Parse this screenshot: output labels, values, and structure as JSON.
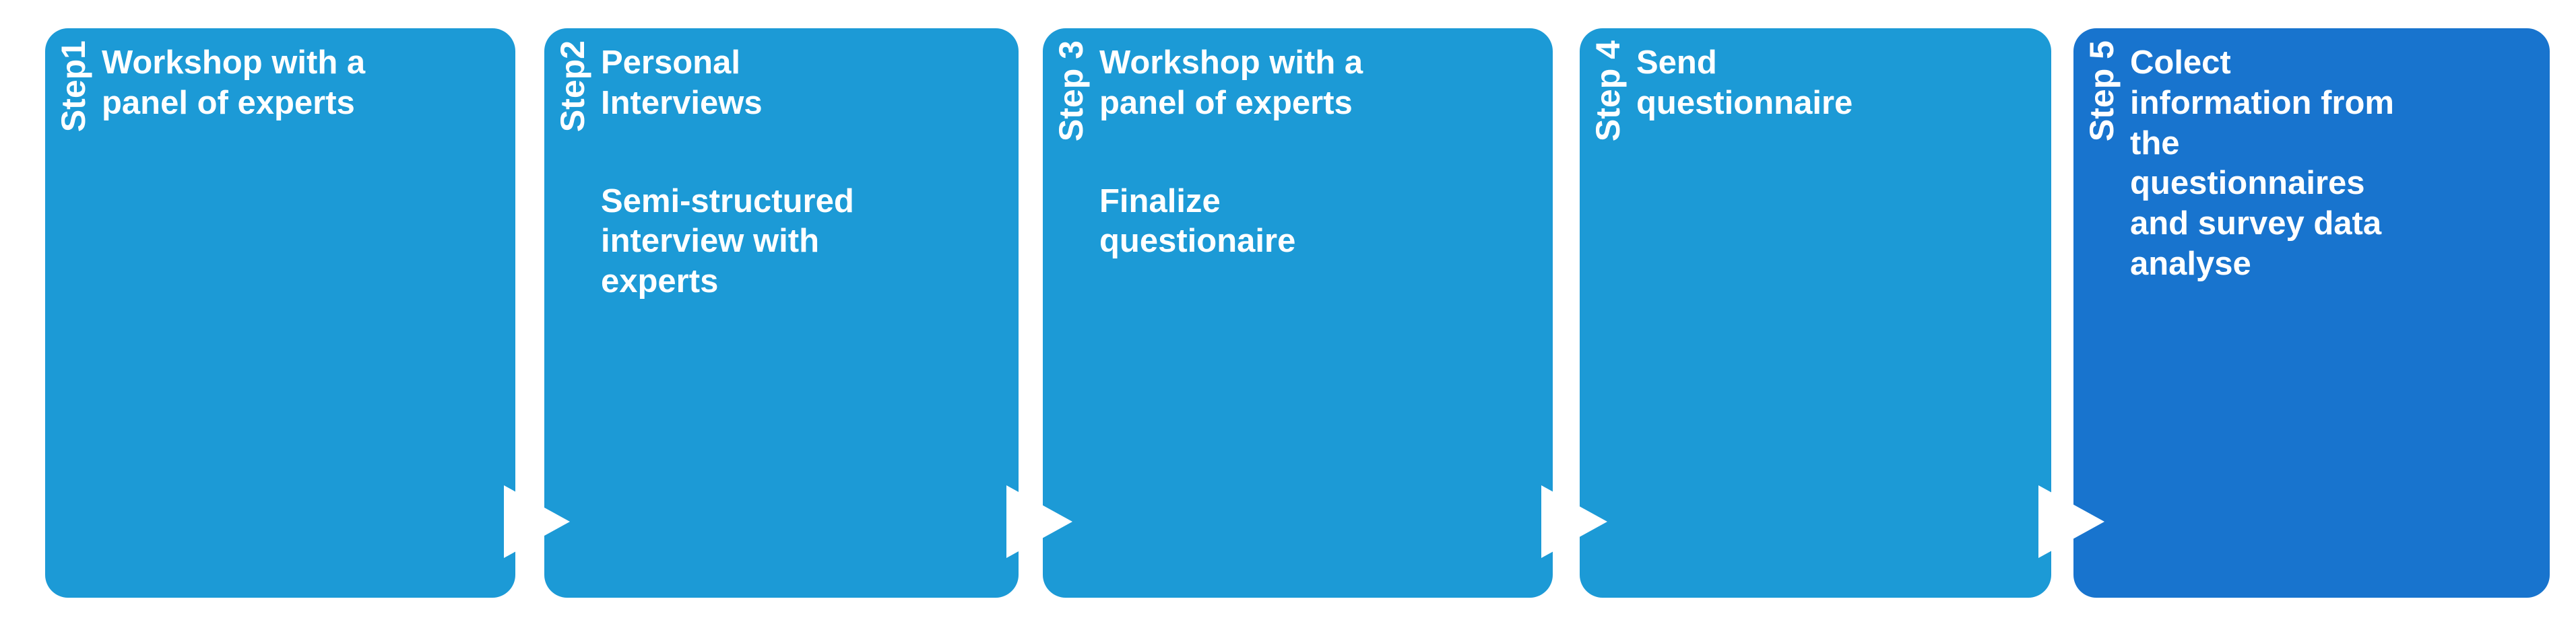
{
  "diagram": {
    "title": "Research process five-step flow",
    "colors": {
      "step_light": "#1C9AD6",
      "step_dark": "#1874CE",
      "text": "#FFFFFF",
      "background": "#FFFFFF",
      "arrow": "#FFFFFF"
    },
    "steps": [
      {
        "badge": "Step1",
        "title": "Workshop with a\npanel of experts",
        "subtitle": "",
        "color": "#1C9AD6"
      },
      {
        "badge": "Step2",
        "title": "Personal\nInterviews",
        "subtitle": "Semi-structured\ninterview with\nexperts",
        "color": "#1C9AD6"
      },
      {
        "badge": "Step 3",
        "title": "Workshop with a\npanel of experts",
        "subtitle": "Finalize\nquestionaire",
        "color": "#1C9AD6"
      },
      {
        "badge": "Step 4",
        "title": "Send\nquestionnaire",
        "subtitle": "",
        "color": "#1C9AD6"
      },
      {
        "badge": "Step 5",
        "title": "Colect\ninformation  from\nthe\nquestionnaires\nand  survey data\nanalyse",
        "subtitle": "",
        "color": "#1874CE"
      }
    ],
    "connectors": [
      {
        "name": "arrow-step1-to-step2"
      },
      {
        "name": "arrow-step2-to-step3"
      },
      {
        "name": "arrow-step3-to-step4"
      },
      {
        "name": "arrow-step4-to-step5"
      }
    ]
  }
}
